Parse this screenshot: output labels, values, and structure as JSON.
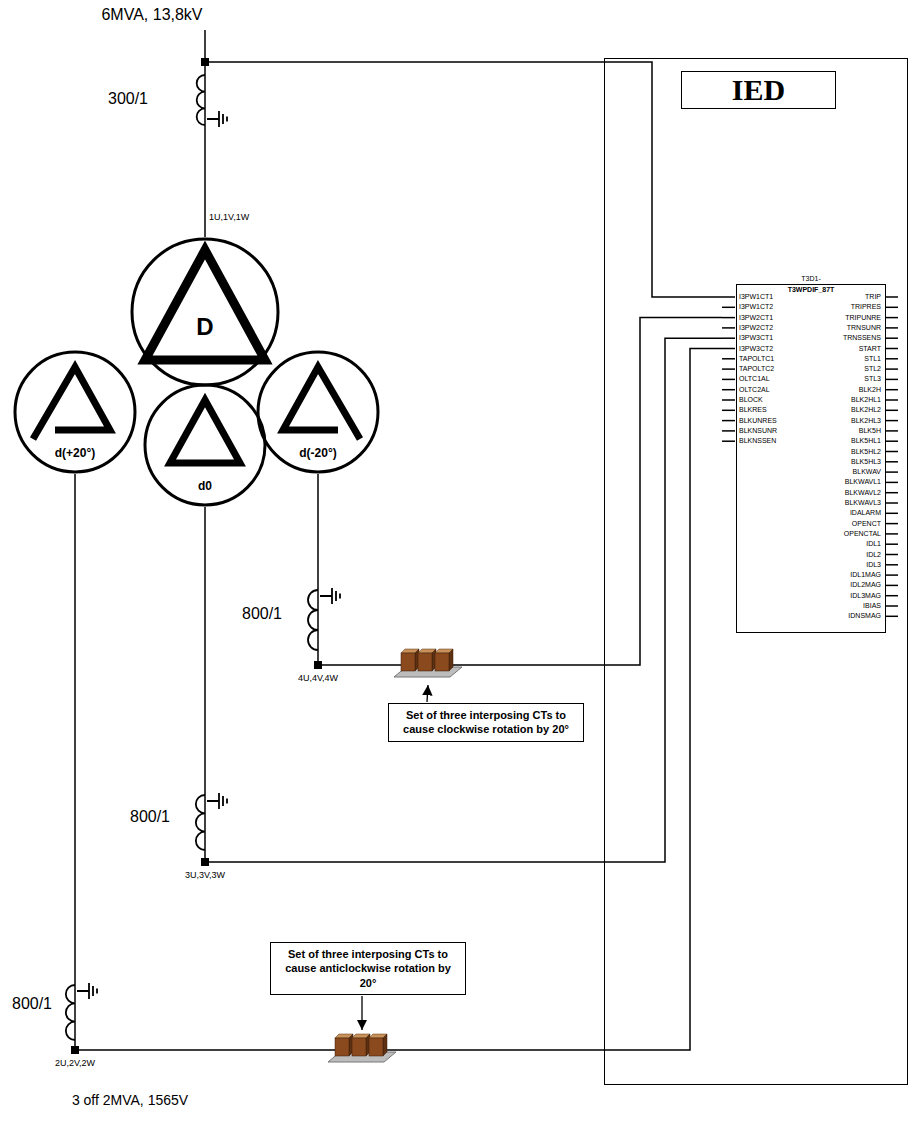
{
  "diagram": {
    "title": "6MVA, 13,8kV",
    "nodes": [
      {
        "text": [
          "D"
        ]
      },
      {
        "text": [
          "d(+20°)"
        ]
      },
      {
        "text": [
          "d0"
        ]
      },
      {
        "text": [
          "d(-20°)"
        ]
      },
      {
        "text": [
          "Set of three interposing CTs to cause clockwise rotation by 20°"
        ]
      },
      {
        "text": [
          "Set of three interposing CTs to cause anticlockwise rotation by 20°"
        ]
      },
      {
        "text": [
          "IED"
        ]
      },
      {
        "text": [
          "T3D1-",
          "T3WPDIF_87T"
        ],
        "in": 6
      }
    ],
    "labels": [
      "300/1",
      "1U,1V,1W",
      "800/1",
      "4U,4V,4W",
      "800/1",
      "3U,3V,3W",
      "800/1",
      "2U,2V,2W",
      "3 off 2MVA, 1565V",
      "I3PW1CT1",
      "I3PW1CT2",
      "I3PW2CT1",
      "I3PW2CT2",
      "I3PW3CT1",
      "I3PW3CT2",
      "TAPOLTC1",
      "TAPOLTC2",
      "OLTC1AL",
      "OLTC2AL",
      "BLOCK",
      "BLKRES",
      "BLKUNRES",
      "BLKNSUNR",
      "BLKNSSEN",
      "TRIP",
      "TRIPRES",
      "TRIPUNRE",
      "TRNSUNR",
      "TRNSSENS",
      "START",
      "STL1",
      "STL2",
      "STL3",
      "BLK2H",
      "BLK2HL1",
      "BLK2HL2",
      "BLK2HL3",
      "BLK5H",
      "BLK5HL1",
      "BLK5HL2",
      "BLK5HL3",
      "BLKWAV",
      "BLKWAVL1",
      "BLKWAVL2",
      "BLKWAVL3",
      "IDALARM",
      "OPENCT",
      "OPENCTAL",
      "IDL1",
      "IDL2",
      "IDL3",
      "IDL1MAG",
      "IDL2MAG",
      "IDL3MAG",
      "IBIAS",
      "IDNSMAG"
    ]
  }
}
